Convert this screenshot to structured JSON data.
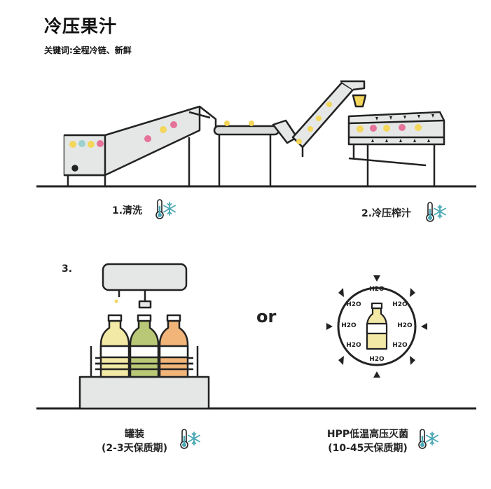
{
  "header": {
    "title": "冷压果汁",
    "subtitle": "关键词:全程冷链、新鲜"
  },
  "steps": {
    "step1": {
      "label": "1.清洗"
    },
    "step2": {
      "label": "2.冷压榨汁"
    },
    "step3": {
      "number": "3."
    },
    "or_text": "or",
    "canning": {
      "label": "罐装",
      "shelf_life": "(2-3天保质期)"
    },
    "hpp": {
      "label": "HPP低温高压灭菌",
      "shelf_life": "(10-45天保质期)"
    }
  },
  "hpp_markers": [
    "H2O",
    "H2O",
    "H2O",
    "H2O",
    "H2O",
    "H2O",
    "H2O",
    "H2O"
  ],
  "icons": {
    "cold_chain": [
      "thermometer-icon",
      "snowflake-icon"
    ]
  },
  "colors": {
    "line": "#222222",
    "machine_fill": "#e4e7e6",
    "juice_yellow": "#f3e9a6",
    "juice_green": "#b9c876",
    "juice_orange": "#f1b57a",
    "fruit_pink": "#e6739a",
    "fruit_yellow": "#f3d65a",
    "snow_blue": "#4aa7b5"
  }
}
